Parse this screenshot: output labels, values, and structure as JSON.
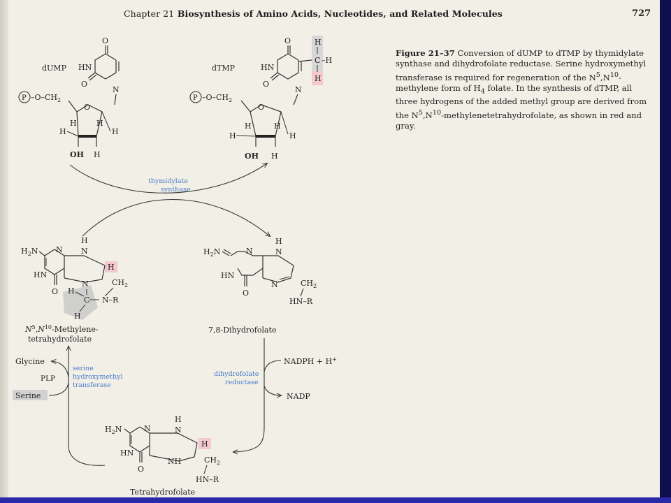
{
  "header": {
    "chapter_number": "Chapter 21",
    "chapter_title": "Biosynthesis of Amino Acids, Nucleotides, and Related Molecules",
    "page_number": "727"
  },
  "caption": {
    "figure_label": "Figure 21–37",
    "line1": " Conversion of dUMP to dTMP by thymidylate synthase and dihydrofolate reductase. Serine hydroxymethyl transferase is required for regeneration of the N",
    "sup1": "5",
    "mid1": ",N",
    "sup2": "10",
    "line2": "-methylene form of H",
    "sub1": "4",
    "line3": " folate. In the synthesis of dTMP, all three hydrogens of the added methyl group are derived from the N",
    "sup3": "5",
    "mid2": ",N",
    "sup4": "10",
    "line4": "-methylenetetrahydrofolate, as shown in red and gray."
  },
  "molecules": {
    "dump": {
      "name": "dUMP",
      "hn": "HN",
      "o_top": "O",
      "o_left": "O",
      "n": "N",
      "phosphate": "P",
      "linker": "–O–CH",
      "linker_sub": "2",
      "ring_o": "O",
      "h1": "H",
      "h2": "H",
      "h3": "H",
      "h4": "H",
      "oh": "OH",
      "h_bottom": "H"
    },
    "dtmp": {
      "name": "dTMP",
      "hn": "HN",
      "o_top": "O",
      "o_left": "O",
      "n": "N",
      "phosphate": "P",
      "linker": "–O–CH",
      "linker_sub": "2",
      "ring_o": "O",
      "h1": "H",
      "h2": "H",
      "h3": "H",
      "h4": "H",
      "oh": "OH",
      "h_bottom": "H",
      "methyl_h_top": "H",
      "methyl_c": "C",
      "methyl_h_right": "–H",
      "methyl_h_red": "H"
    },
    "methylene_thf": {
      "h2n": "H",
      "h2n_sub": "2",
      "h2n_n": "N",
      "n1": "N",
      "n_top": "N",
      "h_top": "H",
      "hn": "HN",
      "o": "O",
      "n_mid": "N",
      "h_red": "H",
      "ch2": "CH",
      "ch2_sub": "2",
      "h_gray": "H",
      "c_gray": "C",
      "h_gray2": "H",
      "nr": "N–R",
      "name_line1_a": "N",
      "name_sup1": "5",
      "name_mid": ",N",
      "name_sup2": "10",
      "name_line1_b": "-Methylene-",
      "name_line2": "tetrahydrofolate"
    },
    "dihydrofolate": {
      "h2n": "H",
      "h2n_sub": "2",
      "h2n_n": "N",
      "n1": "N",
      "n_top": "N",
      "h_top": "H",
      "hn": "HN",
      "o": "O",
      "n_mid": "N",
      "ch2": "CH",
      "ch2_sub": "2",
      "hnr": "HN–R",
      "name": "7,8-Dihydrofolate"
    },
    "thf": {
      "h2n": "H",
      "h2n_sub": "2",
      "h2n_n": "N",
      "n1": "N",
      "n_top": "N",
      "h_top": "H",
      "hn": "HN",
      "o": "O",
      "n_mid": "N",
      "h_mid": "H",
      "h_red": "H",
      "ch2": "CH",
      "ch2_sub": "2",
      "hnr": "HN–R",
      "name": "Tetrahydrofolate"
    }
  },
  "enzymes": {
    "thymidylate_synthase": [
      "thymidylate",
      "synthase"
    ],
    "serine_transferase": [
      "serine",
      "hydroxymethyl",
      "transferase"
    ],
    "dhfr": [
      "dihydrofolate",
      "reductase"
    ]
  },
  "reagents": {
    "glycine": "Glycine",
    "plp": "PLP",
    "serine": "Serine",
    "nadph": "NADPH + H",
    "nadph_sup": "+",
    "nadp": "NADP"
  },
  "colors": {
    "enzyme_text": "#4a7cc9",
    "red_highlight": "#f3c9cf",
    "gray_highlight": "#c4c4c4",
    "page_background": "#f1efe6",
    "frame": "#0e0f4c"
  }
}
